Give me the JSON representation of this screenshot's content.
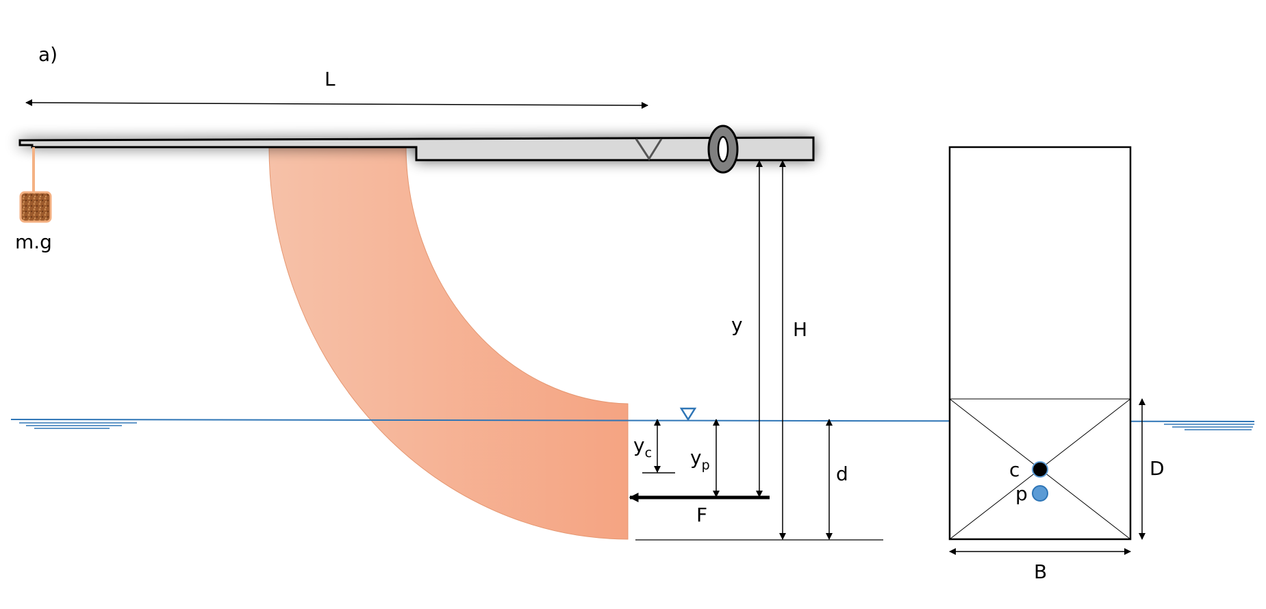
{
  "labels": {
    "panel": "a)",
    "length": "L",
    "weight": "m.g",
    "y": "y",
    "H": "H",
    "yc_base": "y",
    "yc_sub": "c",
    "yp_base": "y",
    "yp_sub": "p",
    "d": "d",
    "F": "F",
    "c": "c",
    "p": "p",
    "D": "D",
    "B": "B"
  },
  "colors": {
    "quadrant_light": "#f6c1a8",
    "quadrant_dark": "#f5a482",
    "beam_fill": "#d9d9d9",
    "water_line": "#2e75b6",
    "centroid_point": "#000000",
    "pressure_point": "#5b9bd5",
    "weight_rope": "#f4b183",
    "weight_block": "#9c5a2c"
  },
  "icons": {
    "free_surface": "water-surface-triangle-icon",
    "pivot": "pivot-ring-icon",
    "knife_edge": "knife-edge-icon"
  }
}
